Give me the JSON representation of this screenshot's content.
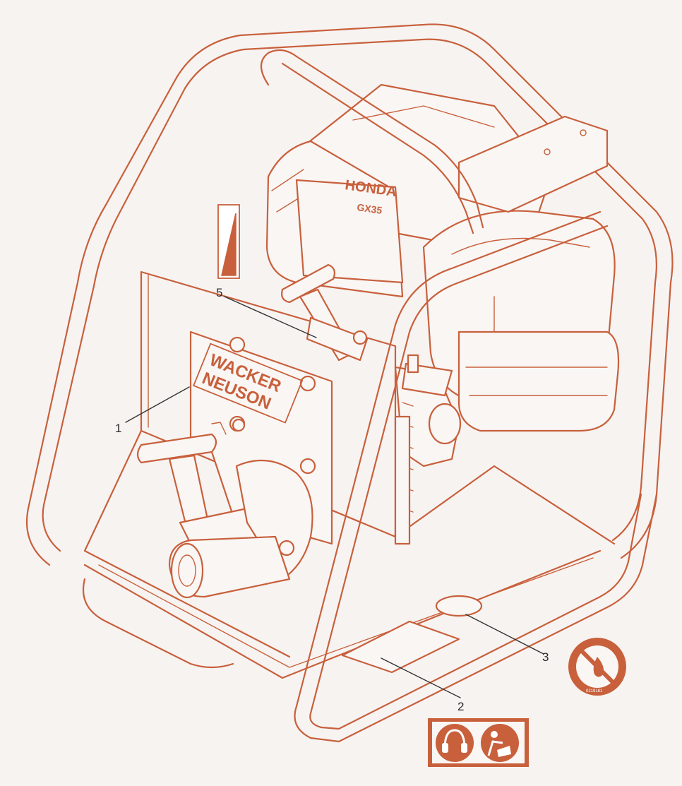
{
  "engine": {
    "brand": "HONDA",
    "model": "GX35"
  },
  "logo": {
    "line1": "WACKER",
    "line2": "NEUSON"
  },
  "callouts": [
    "1",
    "2",
    "3",
    "5"
  ],
  "label_codes": {
    "no_fire": "0219181"
  },
  "icons": [
    "ear-protection-icon",
    "read-manual-icon",
    "no-open-flame-icon",
    "throttle-wedge-icon"
  ],
  "colors": {
    "line": "#c8603c",
    "background": "#f7f3f1"
  }
}
